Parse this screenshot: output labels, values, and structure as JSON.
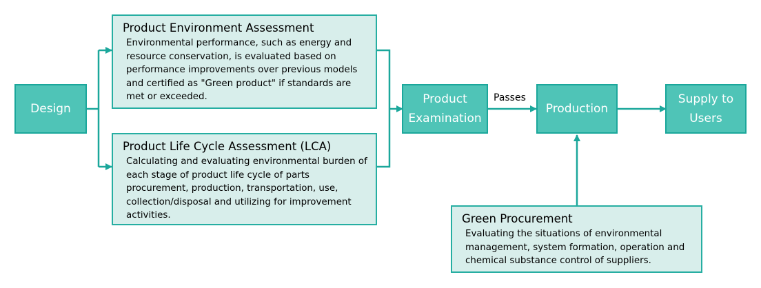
{
  "diagram": {
    "colors": {
      "node_fill": "#4fc4b7",
      "node_border": "#1ba79b",
      "panel_fill": "#d8eeeb",
      "panel_border": "#26aea2",
      "connector": "#1ba79b"
    },
    "nodes": {
      "design": "Design",
      "examination": "Product\nExamination",
      "production": "Production",
      "supply": "Supply to\nUsers"
    },
    "panels": {
      "env_assessment": {
        "title": "Product Environment Assessment",
        "body": "Environmental performance, such as energy and resource conservation, is evaluated based on performance improvements over previous models and certified as \"Green product\" if standards are met or exceeded."
      },
      "lca": {
        "title": "Product Life Cycle Assessment (LCA)",
        "body": "Calculating and evaluating environmental burden of each stage of product life cycle of parts procurement, production, transportation, use, collection/disposal and utilizing for improvement activities."
      },
      "green_procurement": {
        "title": "Green Procurement",
        "body": "Evaluating the situations of environmental management, system formation, operation and chemical substance control of suppliers."
      }
    },
    "edge_labels": {
      "passes": "Passes"
    },
    "edges": [
      {
        "from": "design",
        "to": "env_assessment"
      },
      {
        "from": "design",
        "to": "lca"
      },
      {
        "from": "env_assessment",
        "to": "examination"
      },
      {
        "from": "lca",
        "to": "examination"
      },
      {
        "from": "examination",
        "to": "production",
        "label": "Passes"
      },
      {
        "from": "production",
        "to": "supply"
      },
      {
        "from": "green_procurement",
        "to": "production"
      }
    ]
  }
}
